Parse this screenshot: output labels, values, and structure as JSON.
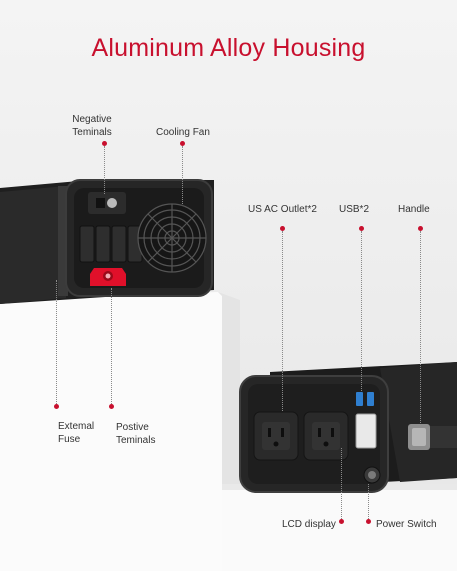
{
  "title": "Aluminum Alloy Housing",
  "labels": {
    "negative_terminals": "Negative\nTeminals",
    "cooling_fan": "Cooling Fan",
    "us_ac_outlet": "US AC Outlet*2",
    "usb": "USB*2",
    "handle": "Handle",
    "external_fuse": "Extemal\nFuse",
    "positive_terminals": "Postive\nTeminals",
    "lcd_display": "LCD display",
    "power_switch": "Power Switch"
  },
  "colors": {
    "accent": "#c8102e",
    "housing": "#2b2b2b",
    "terminal_red": "#e0102a",
    "usb_blue": "#2f7fd0"
  }
}
